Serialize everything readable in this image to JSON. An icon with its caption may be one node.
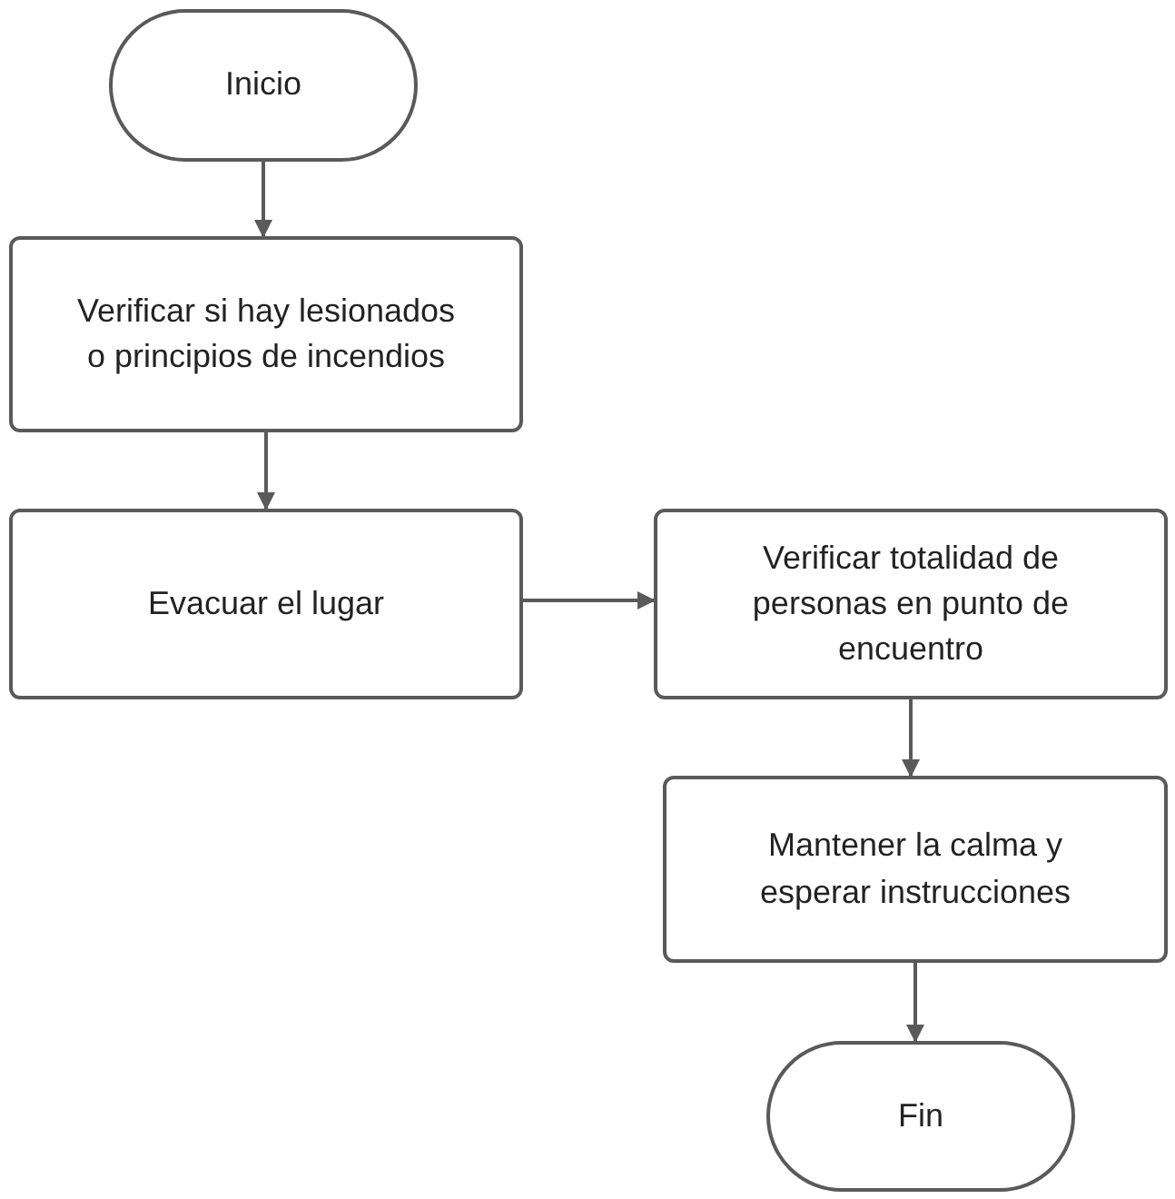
{
  "diagram": {
    "nodes": [
      {
        "text": [
          "Inicio"
        ]
      },
      {
        "text": [
          "Verificar si hay lesionados o principios de incendios"
        ]
      },
      {
        "text": [
          "Evacuar el lugar"
        ]
      },
      {
        "text": [
          "Verificar totalidad de personas en punto de encuentro"
        ]
      },
      {
        "text": [
          "Mantener la calma y esperar instrucciones"
        ]
      },
      {
        "text": [
          "Fin"
        ]
      }
    ],
    "edges": [
      {
        "from": 0,
        "to": 1,
        "arrow": "to"
      },
      {
        "from": 1,
        "to": 2,
        "arrow": "to"
      },
      {
        "from": 2,
        "to": 3,
        "arrow": "to"
      },
      {
        "from": 3,
        "to": 4,
        "arrow": "to"
      },
      {
        "from": 4,
        "to": 5,
        "arrow": "to"
      }
    ]
  }
}
